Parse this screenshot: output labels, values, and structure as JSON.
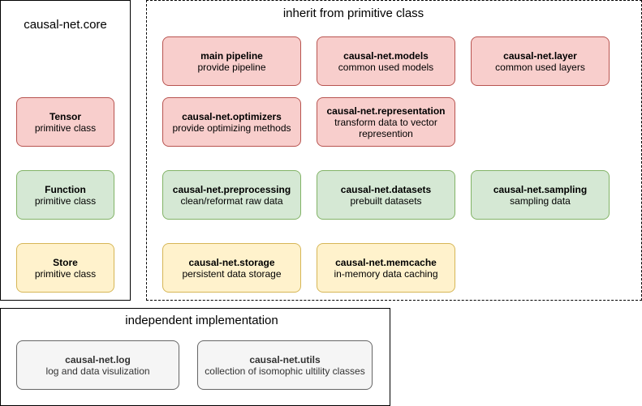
{
  "groups": {
    "core": {
      "title": "causal-net.core"
    },
    "inherit": {
      "title": "inherit from primitive class"
    },
    "independent": {
      "title": "independent implementation"
    }
  },
  "nodes": {
    "tensor": {
      "name": "Tensor",
      "desc": "primitive class"
    },
    "function": {
      "name": "Function",
      "desc": "primitive class"
    },
    "store": {
      "name": "Store",
      "desc": "primitive class"
    },
    "main_pipeline": {
      "name": "main pipeline",
      "desc": "provide pipeline"
    },
    "models": {
      "name": "causal-net.models",
      "desc": "common used models"
    },
    "layer": {
      "name": "causal-net.layer",
      "desc": "common used layers"
    },
    "optimizers": {
      "name": "causal-net.optimizers",
      "desc": "provide optimizing methods"
    },
    "representation": {
      "name": "causal-net.representation",
      "desc": "transform data to vector\nrepresention"
    },
    "preprocessing": {
      "name": "causal-net.preprocessing",
      "desc": "clean/reformat raw data"
    },
    "datasets": {
      "name": "causal-net.datasets",
      "desc": "prebuilt datasets"
    },
    "sampling": {
      "name": "causal-net.sampling",
      "desc": "sampling data"
    },
    "storage": {
      "name": "causal-net.storage",
      "desc": "persistent data storage"
    },
    "memcache": {
      "name": "causal-net.memcache",
      "desc": "in-memory data caching"
    },
    "log": {
      "name": "causal-net.log",
      "desc": "log and data visulization"
    },
    "utils": {
      "name": "causal-net.utils",
      "desc": "collection of isomophic ultility classes"
    }
  },
  "colors": {
    "red_fill": "#f8cecc",
    "red_stroke": "#b85450",
    "green_fill": "#d5e8d4",
    "green_stroke": "#82b366",
    "yellow_fill": "#fff2cc",
    "yellow_stroke": "#d6b656",
    "gray_fill": "#f5f5f5",
    "gray_stroke": "#666666"
  }
}
